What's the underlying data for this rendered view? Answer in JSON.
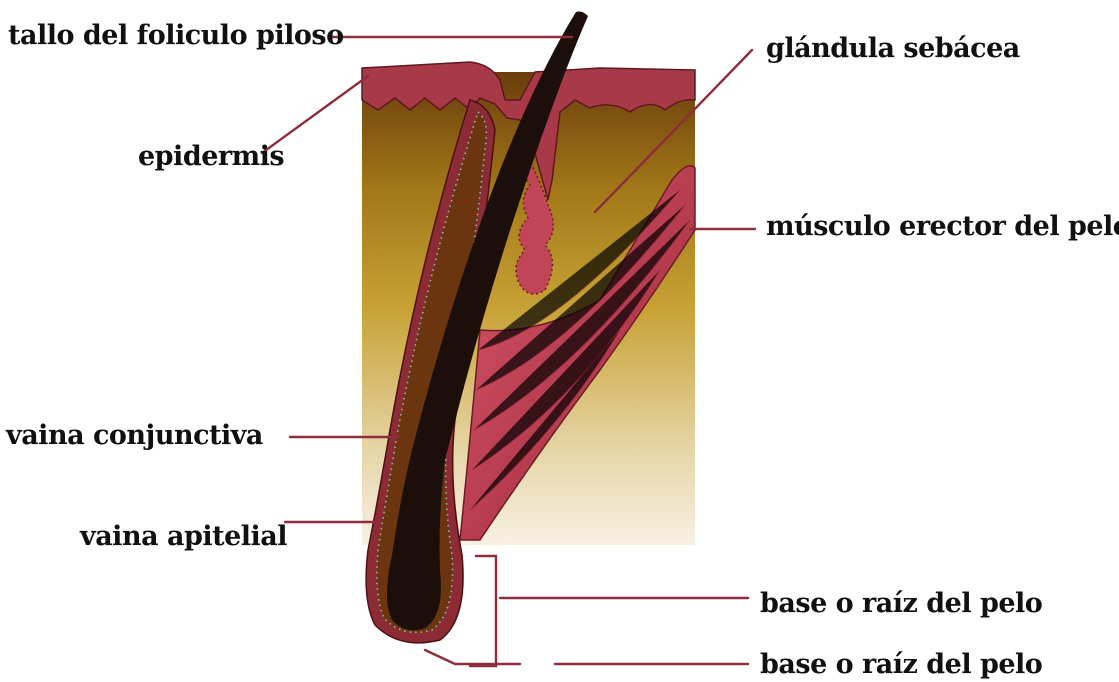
{
  "diagram": {
    "labels": {
      "hair_shaft": "tallo del foliculo piloso",
      "sebaceous_gland": "glándula sebácea",
      "epidermis": "epidermis",
      "arrector_muscle": "músculo erector del pelo",
      "connective_sheath": "vaina conjunctiva",
      "epithelial_sheath": "vaina apitelial",
      "hair_base": "base o raíz del pelo",
      "hair_base_2": "base o raíz del pelo"
    },
    "colors": {
      "skin_top": "#6a3d0c",
      "skin_mid": "#b98912",
      "skin_bottom": "#f4ead6",
      "epidermis": "#aa3b49",
      "muscle": "#b53246",
      "sheath": "#8c2b33",
      "hair": "#1c0e0a",
      "leader_line": "#8e2d3c"
    }
  }
}
